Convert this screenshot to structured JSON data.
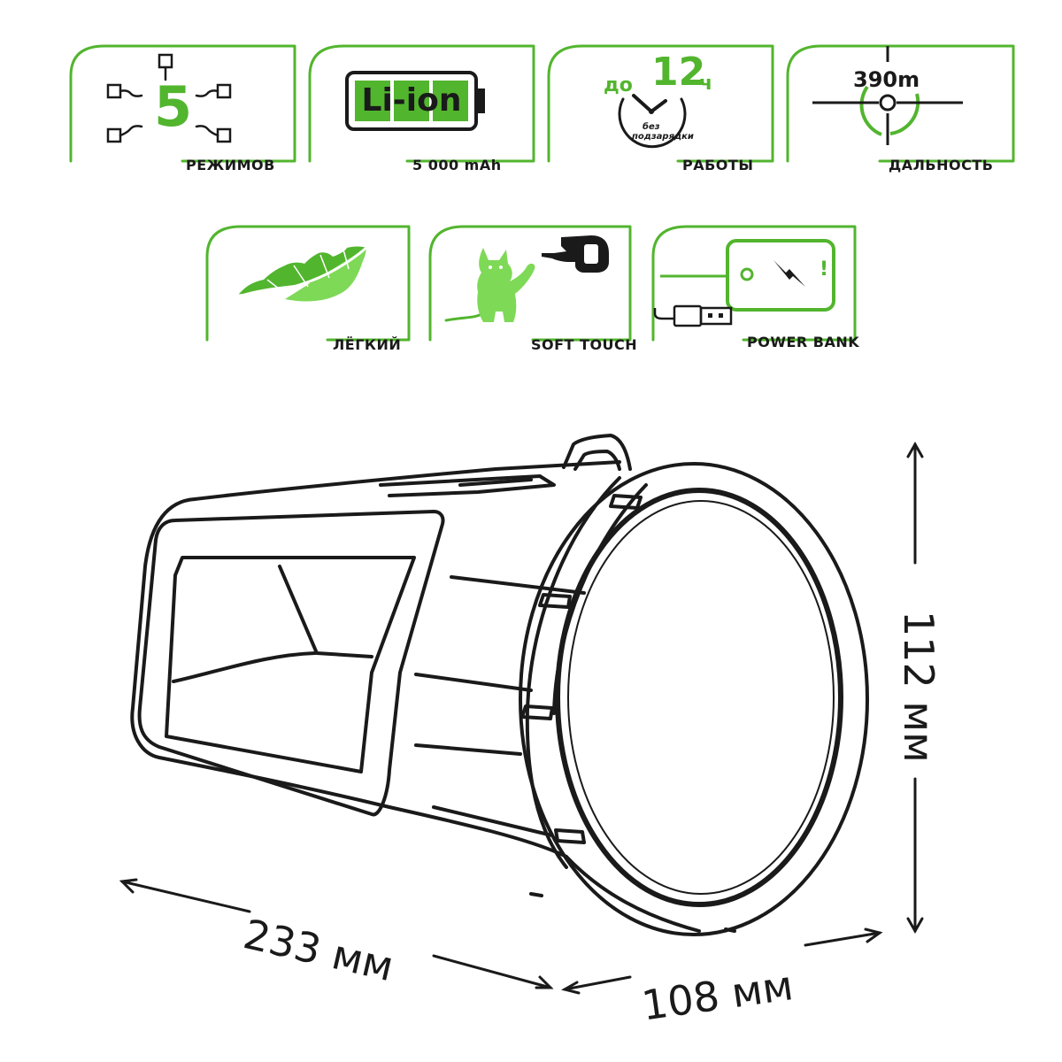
{
  "features": {
    "modes": {
      "number": "5",
      "caption": "РЕЖИМОВ"
    },
    "battery": {
      "type": "Li-ion",
      "caption": "5 000 mAh"
    },
    "runtime": {
      "prefix": "до",
      "hours": "12",
      "unit": "ч",
      "note_line1": "без",
      "note_line2": "подзарядки",
      "caption": "РАБОТЫ"
    },
    "range": {
      "distance": "390m",
      "caption": "ДАЛЬНОСТЬ"
    },
    "light": {
      "caption": "ЛЁГКИЙ"
    },
    "soft_touch": {
      "caption": "SOFT TOUCH"
    },
    "power_bank": {
      "mark": "!",
      "caption": "POWER BANK"
    }
  },
  "dimensions": {
    "length": "233 мм",
    "width": "108 мм",
    "height": "112 мм"
  },
  "colors": {
    "accent": "#52b52e",
    "icon_fill": "#7ed957",
    "line": "#1a1a1a"
  },
  "icons": {
    "modes": "mode-nodes-icon",
    "battery": "battery-icon",
    "runtime": "clock-icon",
    "range": "crosshair-icon",
    "light": "feather-icon",
    "soft_touch": "kitten-icon",
    "power_bank": "phone-charging-icon"
  }
}
